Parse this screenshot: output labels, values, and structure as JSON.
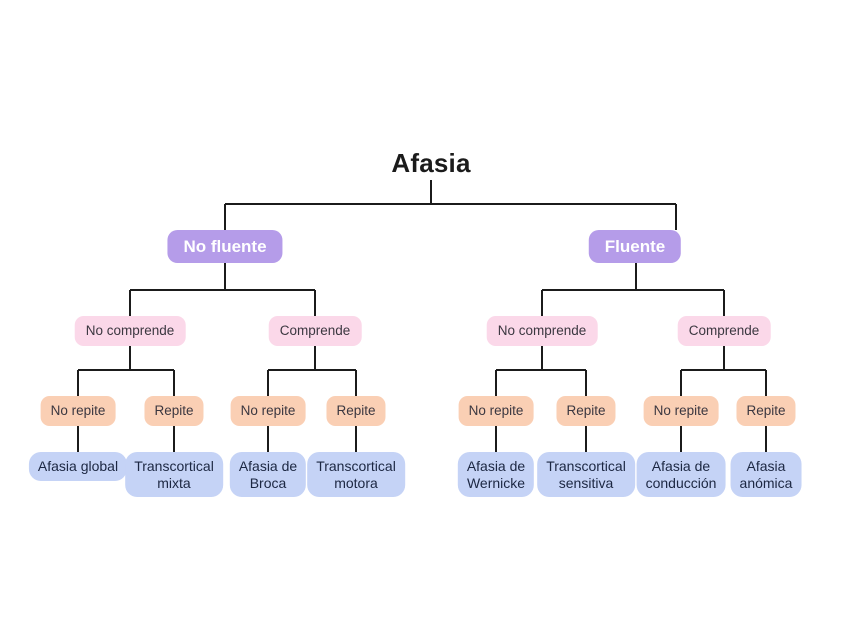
{
  "title": "Afasia",
  "colors": {
    "paper": "#ffffff",
    "purple": "#b59ce9",
    "pink": "#fbd8e9",
    "peach": "#facfb4",
    "blue": "#c5d3f6",
    "line": "#1b1b1b",
    "ink": "#3b3740",
    "navy": "#1c2742"
  },
  "tree": {
    "branches": [
      {
        "label": "No fluente",
        "children": [
          {
            "label": "No comprende",
            "children": [
              {
                "label": "No repite",
                "diagnosis": "Afasia global"
              },
              {
                "label": "Repite",
                "diagnosis": "Transcortical\nmixta"
              }
            ]
          },
          {
            "label": "Comprende",
            "children": [
              {
                "label": "No repite",
                "diagnosis": "Afasia de\nBroca"
              },
              {
                "label": "Repite",
                "diagnosis": "Transcortical\nmotora"
              }
            ]
          }
        ]
      },
      {
        "label": "Fluente",
        "children": [
          {
            "label": "No comprende",
            "children": [
              {
                "label": "No repite",
                "diagnosis": "Afasia de\nWernicke"
              },
              {
                "label": "Repite",
                "diagnosis": "Transcortical\nsensitiva"
              }
            ]
          },
          {
            "label": "Comprende",
            "children": [
              {
                "label": "No repite",
                "diagnosis": "Afasia de\nconducción"
              },
              {
                "label": "Repite",
                "diagnosis": "Afasia\nanómica"
              }
            ]
          }
        ]
      }
    ]
  }
}
